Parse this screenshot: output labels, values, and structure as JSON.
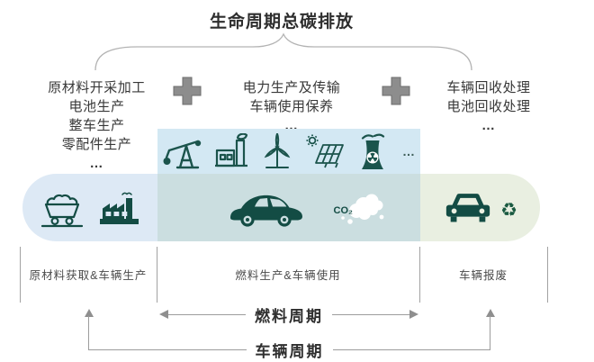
{
  "title": "生命周期总碳排放",
  "columns": {
    "left": {
      "lines": [
        "原材料开采加工",
        "电池生产",
        "整车生产",
        "零配件生产",
        "…"
      ]
    },
    "middle": {
      "lines": [
        "电力生产及传输",
        "车辆使用保养",
        "…"
      ]
    },
    "right": {
      "lines": [
        "车辆回收处理",
        "电池回收处理",
        "…"
      ]
    }
  },
  "energy_band": {
    "icons": [
      "oil-pump",
      "factory",
      "wind-turbine",
      "solar-panel",
      "nuclear-plant"
    ],
    "ellipsis": "…"
  },
  "pill": {
    "left": {
      "icons": [
        "mine-cart",
        "factory"
      ]
    },
    "middle": {
      "icons": [
        "car-side",
        "co2-cloud"
      ],
      "co2_label": "CO₂"
    },
    "right": {
      "icons": [
        "car-front",
        "recycle"
      ],
      "recycle_glyph": "♻"
    }
  },
  "stages": [
    "原材料获取&车辆生产",
    "燃料生产&车辆使用",
    "车辆报废"
  ],
  "cycles": {
    "fuel": "燃料周期",
    "vehicle": "车辆周期"
  },
  "colors": {
    "band_bg": "#d3e8f3",
    "pill_left_bg": "#dde9f5",
    "pill_middle_bg": "#cbdee0",
    "pill_right_bg": "#e9efe1",
    "icon_teal": "#134c44",
    "band_icon_teal": "#1b544c",
    "recycle_green": "#1a5a41",
    "line_gray": "#9c9c9c",
    "plus_gray": "#8d8d8d",
    "text_dark": "#2e2e2e",
    "text_label": "#4b4b4b"
  }
}
